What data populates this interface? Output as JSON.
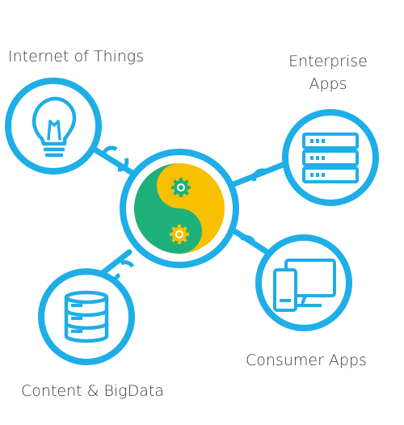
{
  "diagram": {
    "accent_color": "#1eaee8",
    "hub": {
      "green": "#1eb07b",
      "yellow": "#f8c000",
      "icons": [
        "gear-icon",
        "gear-icon"
      ]
    },
    "nodes": [
      {
        "label": "Internet of Things",
        "icon": "lightbulb-icon"
      },
      {
        "label_line1": "Enterprise",
        "label_line2": "Apps",
        "icon": "server-rack-icon"
      },
      {
        "label": "Consumer Apps",
        "icon": "desktop-mobile-icon"
      },
      {
        "label": "Content & BigData",
        "icon": "database-icon"
      }
    ]
  }
}
